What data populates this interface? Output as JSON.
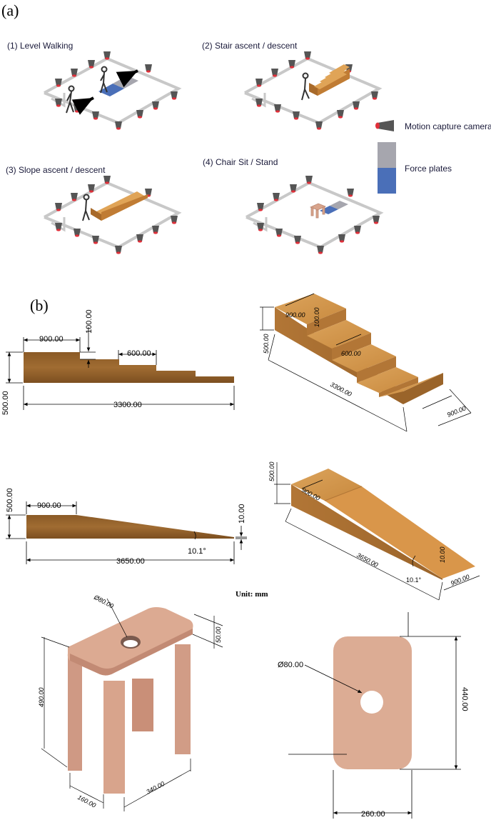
{
  "panel_a": {
    "label": "(a)",
    "tasks": [
      {
        "title": "(1) Level Walking"
      },
      {
        "title": "(2) Stair ascent / descent"
      },
      {
        "title": "(3) Slope ascent / descent"
      },
      {
        "title": "(4) Chair Sit / Stand"
      }
    ],
    "legend": {
      "camera": "Motion capture camera",
      "force_plates": "Force plates"
    },
    "colors": {
      "rail": "#c8c8c8",
      "camera_body": "#555555",
      "camera_lens": "#e0303a",
      "plate_grey": "#a6a6ae",
      "plate_blue": "#4a6fb8",
      "wood": "#d9964a",
      "chair": "#d8a48c"
    }
  },
  "panel_b": {
    "label": "(b)",
    "unit": "Unit: mm",
    "stair_side": {
      "w900": "900.00",
      "h100": "100.00",
      "w600": "600.00",
      "h500": "500.00",
      "len": "3300.00"
    },
    "stair_iso": {
      "w900": "900.00",
      "h100": "100.00",
      "w600": "600.00",
      "h500": "500.00",
      "len": "3300.00",
      "width": "900.00"
    },
    "slope_side": {
      "h500": "500.00",
      "w900": "900.00",
      "h10": "10.00",
      "angle": "10.1°",
      "len": "3650.00"
    },
    "slope_iso": {
      "h500": "500.00",
      "w900": "900.00",
      "h10": "10.00",
      "angle": "10.1°",
      "len": "3650.00",
      "width": "900.00"
    },
    "chair_iso": {
      "hole": "Ø80.00",
      "height": "490.00",
      "thick": "50.00",
      "w160": "160.00",
      "w340": "340.00"
    },
    "chair_top": {
      "hole": "Ø80.00",
      "length": "440.00",
      "width": "260.00"
    }
  }
}
